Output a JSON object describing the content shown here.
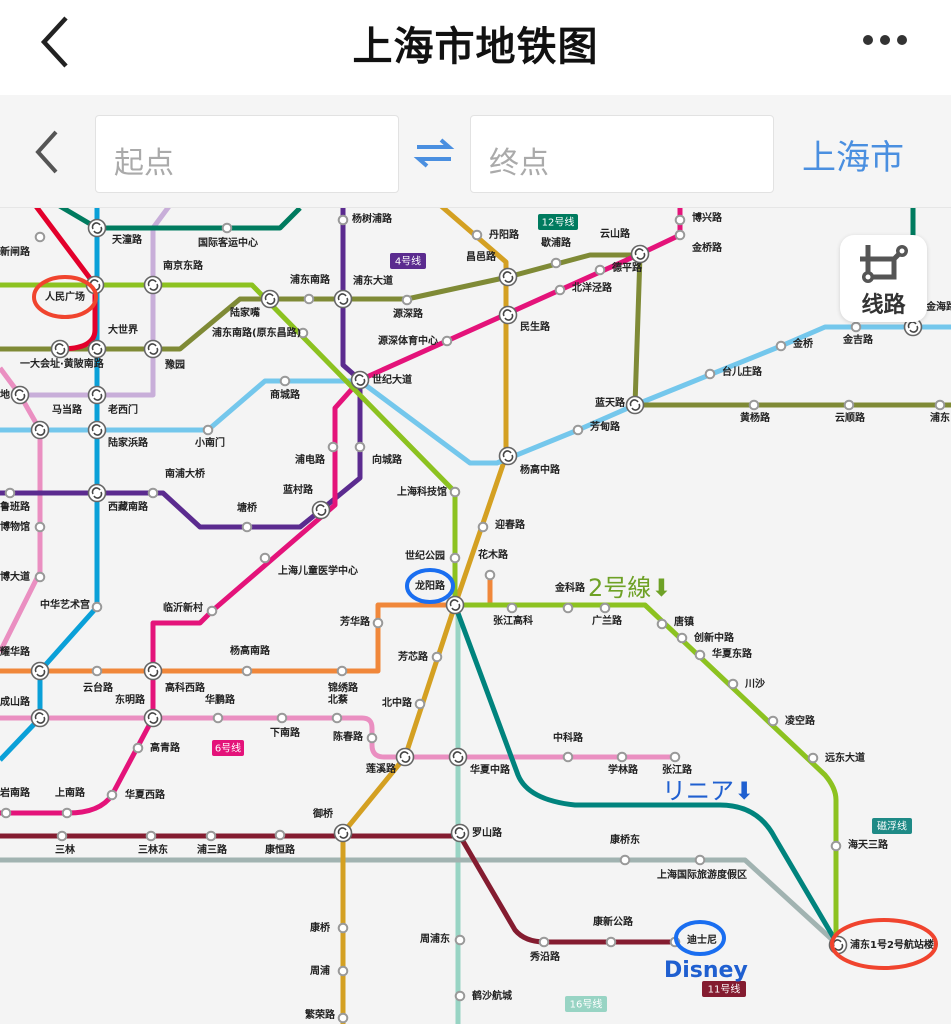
{
  "header": {
    "title": "上海市地铁图",
    "back_icon": "chevron-left-icon",
    "more_icon": "more-dots-icon"
  },
  "search": {
    "start_placeholder": "起点",
    "end_placeholder": "终点",
    "swap_icon": "swap-arrows-icon",
    "city": "上海市",
    "accent": "#4a8fe0"
  },
  "lines_button": {
    "label": "线路",
    "icon": "route-icon"
  },
  "colors": {
    "l1": "#e3002b",
    "l2": "#8cc220",
    "l4": "#5b2b8f",
    "l6": "#e4137a",
    "l7": "#f0873a",
    "l8": "#0aa0d8",
    "l9": "#74c7ec",
    "l10": "#c8aed9",
    "l11": "#841c30",
    "l12": "#007b5f",
    "l13": "#ea8fc1",
    "l14": "#7f8a36",
    "l16": "#98d4c4",
    "l18": "#d4a022",
    "maglev": "#00837d",
    "airport": "#a1b3b1"
  },
  "badges": [
    {
      "label": "4号线",
      "color": "#5b2b8f"
    },
    {
      "label": "12号线",
      "color": "#007b5f"
    },
    {
      "label": "6号线",
      "color": "#e4137a"
    },
    {
      "label": "磁浮线",
      "color": "#1e8a86"
    },
    {
      "label": "11号线",
      "color": "#841c30"
    },
    {
      "label": "16号线",
      "color": "#98d4c4"
    }
  ],
  "annotations": {
    "line2_note": "2号線⬇",
    "maglev_note": "リニア⬇",
    "disney_note": "Disney",
    "line2_color": "#6ea126",
    "blue": "#1f5fd0",
    "red_circle": "#f0442e",
    "blue_circle": "#1a6ef0"
  },
  "stations": [
    {
      "name": "人民广场",
      "interchange": true
    },
    {
      "name": "南京东路",
      "interchange": true
    },
    {
      "name": "天潼路",
      "interchange": true
    },
    {
      "name": "国际客运中心",
      "interchange": false
    },
    {
      "name": "新闸路",
      "interchange": false
    },
    {
      "name": "大世界",
      "interchange": true
    },
    {
      "name": "一大会址·黄陂南路",
      "interchange": true
    },
    {
      "name": "豫园",
      "interchange": true
    },
    {
      "name": "陆家嘴",
      "interchange": true
    },
    {
      "name": "浦东南路",
      "interchange": false
    },
    {
      "name": "浦东南路(原东昌路)",
      "interchange": false
    },
    {
      "name": "浦东大道",
      "interchange": true
    },
    {
      "name": "杨树浦路",
      "interchange": false
    },
    {
      "name": "源深路",
      "interchange": false
    },
    {
      "name": "源深体育中心",
      "interchange": false
    },
    {
      "name": "世纪大道",
      "interchange": true
    },
    {
      "name": "商城路",
      "interchange": false
    },
    {
      "name": "小南门",
      "interchange": false
    },
    {
      "name": "陆家浜路",
      "interchange": true
    },
    {
      "name": "老西门",
      "interchange": true
    },
    {
      "name": "马当路",
      "interchange": true
    },
    {
      "name": "浦电路",
      "interchange": false
    },
    {
      "name": "向城路",
      "interchange": false
    },
    {
      "name": "蓝村路",
      "interchange": true
    },
    {
      "name": "塘桥",
      "interchange": false
    },
    {
      "name": "南浦大桥",
      "interchange": false
    },
    {
      "name": "西藏南路",
      "interchange": true
    },
    {
      "name": "鲁班路",
      "interchange": false
    },
    {
      "name": "博物馆",
      "interchange": false
    },
    {
      "name": "博大道",
      "interchange": false
    },
    {
      "name": "中华艺术宫",
      "interchange": false
    },
    {
      "name": "耀华路",
      "interchange": true
    },
    {
      "name": "云台路",
      "interchange": false
    },
    {
      "name": "高科西路",
      "interchange": true
    },
    {
      "name": "杨高南路",
      "interchange": false
    },
    {
      "name": "锦绣路",
      "interchange": false
    },
    {
      "name": "芳华路",
      "interchange": false
    },
    {
      "name": "成山路",
      "interchange": true
    },
    {
      "name": "东明路",
      "interchange": true
    },
    {
      "name": "华鹏路",
      "interchange": false
    },
    {
      "name": "下南路",
      "interchange": false
    },
    {
      "name": "北蔡",
      "interchange": false
    },
    {
      "name": "陈春路",
      "interchange": false
    },
    {
      "name": "高青路",
      "interchange": false
    },
    {
      "name": "华夏西路",
      "interchange": false
    },
    {
      "name": "上南路",
      "interchange": false
    },
    {
      "name": "岩南路",
      "interchange": false
    },
    {
      "name": "三林",
      "interchange": false
    },
    {
      "name": "三林东",
      "interchange": false
    },
    {
      "name": "浦三路",
      "interchange": false
    },
    {
      "name": "康恒路",
      "interchange": false
    },
    {
      "name": "御桥",
      "interchange": true
    },
    {
      "name": "康桥",
      "interchange": false
    },
    {
      "name": "周浦",
      "interchange": false
    },
    {
      "name": "繁荣路",
      "interchange": false
    },
    {
      "name": "罗山路",
      "interchange": true
    },
    {
      "name": "周浦东",
      "interchange": false
    },
    {
      "name": "鹤沙航城",
      "interchange": false
    },
    {
      "name": "秀沿路",
      "interchange": false
    },
    {
      "name": "康新公路",
      "interchange": false
    },
    {
      "name": "迪士尼",
      "interchange": false
    },
    {
      "name": "康桥东",
      "interchange": false
    },
    {
      "name": "上海国际旅游度假区",
      "interchange": false
    },
    {
      "name": "浦东1号2号航站楼",
      "interchange": true
    },
    {
      "name": "海天三路",
      "interchange": false
    },
    {
      "name": "远东大道",
      "interchange": false
    },
    {
      "name": "凌空路",
      "interchange": false
    },
    {
      "name": "川沙",
      "interchange": false
    },
    {
      "name": "华夏东路",
      "interchange": false
    },
    {
      "name": "创新中路",
      "interchange": false
    },
    {
      "name": "唐镇",
      "interchange": false
    },
    {
      "name": "广兰路",
      "interchange": false
    },
    {
      "name": "金科路",
      "interchange": false
    },
    {
      "name": "张江高科",
      "interchange": false
    },
    {
      "name": "龙阳路",
      "interchange": true
    },
    {
      "name": "世纪公园",
      "interchange": false
    },
    {
      "name": "花木路",
      "interchange": false
    },
    {
      "name": "迎春路",
      "interchange": false
    },
    {
      "name": "上海科技馆",
      "interchange": false
    },
    {
      "name": "上海儿童医学中心",
      "interchange": false
    },
    {
      "name": "临沂新村",
      "interchange": false
    },
    {
      "name": "芳芯路",
      "interchange": false
    },
    {
      "name": "北中路",
      "interchange": false
    },
    {
      "name": "莲溪路",
      "interchange": true
    },
    {
      "name": "华夏中路",
      "interchange": true
    },
    {
      "name": "中科路",
      "interchange": false
    },
    {
      "name": "学林路",
      "interchange": false
    },
    {
      "name": "张江路",
      "interchange": false
    },
    {
      "name": "杨高中路",
      "interchange": true
    },
    {
      "name": "芳甸路",
      "interchange": false
    },
    {
      "name": "蓝天路",
      "interchange": true
    },
    {
      "name": "台儿庄路",
      "interchange": false
    },
    {
      "name": "金桥",
      "interchange": false
    },
    {
      "name": "金吉路",
      "interchange": false
    },
    {
      "name": "黄杨路",
      "interchange": false
    },
    {
      "name": "云顺路",
      "interchange": false
    },
    {
      "name": "浦东",
      "interchange": false
    },
    {
      "name": "民生路",
      "interchange": true
    },
    {
      "name": "北洋泾路",
      "interchange": false
    },
    {
      "name": "德平路",
      "interchange": false
    },
    {
      "name": "金桥路",
      "interchange": false
    },
    {
      "name": "博兴路",
      "interchange": false
    },
    {
      "name": "丹阳路",
      "interchange": false
    },
    {
      "name": "昌邑路",
      "interchange": true
    },
    {
      "name": "歇浦路",
      "interchange": false
    },
    {
      "name": "云山路",
      "interchange": true
    },
    {
      "name": "金海路",
      "interchange": true
    },
    {
      "name": "地",
      "interchange": true
    }
  ]
}
